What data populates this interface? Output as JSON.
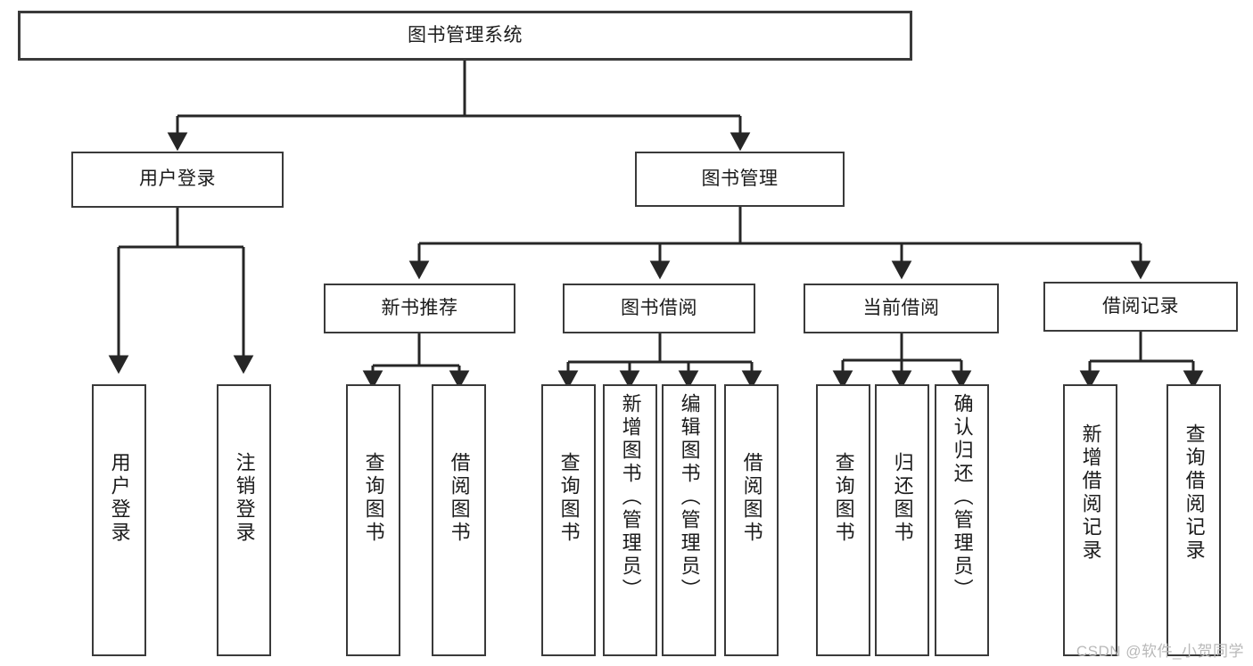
{
  "diagram": {
    "title": "图书管理系统",
    "type": "tree",
    "watermark": "CSDN @软件_小贺同学",
    "colors": {
      "box_border": "#3a3a3a",
      "box_fill": "#ffffff",
      "edge": "#262626",
      "text": "#1b1b1b",
      "watermark": "#b9b9b9"
    },
    "levels": 3,
    "root": {
      "id": "root",
      "label": "图书管理系统"
    },
    "level2": [
      {
        "id": "login",
        "label": "用户登录"
      },
      {
        "id": "bookmgmt",
        "label": "图书管理"
      }
    ],
    "level3": [
      {
        "id": "newbook",
        "label": "新书推荐",
        "parent": "bookmgmt"
      },
      {
        "id": "borrow",
        "label": "图书借阅",
        "parent": "bookmgmt"
      },
      {
        "id": "current",
        "label": "当前借阅",
        "parent": "bookmgmt"
      },
      {
        "id": "record",
        "label": "借阅记录",
        "parent": "bookmgmt"
      }
    ],
    "leaves": {
      "login": [
        {
          "id": "leaf-user-login",
          "label": "用户登录"
        },
        {
          "id": "leaf-user-logout",
          "label": "注销登录"
        }
      ],
      "newbook": [
        {
          "id": "leaf-query-book-1",
          "label": "查询图书"
        },
        {
          "id": "leaf-borrow-book-1",
          "label": "借阅图书"
        }
      ],
      "borrow": [
        {
          "id": "leaf-query-book-2",
          "label": "查询图书"
        },
        {
          "id": "leaf-add-book",
          "label": "新增图书（管理员）"
        },
        {
          "id": "leaf-edit-book",
          "label": "编辑图书（管理员）"
        },
        {
          "id": "leaf-borrow-book-2",
          "label": "借阅图书"
        }
      ],
      "current": [
        {
          "id": "leaf-query-book-3",
          "label": "查询图书"
        },
        {
          "id": "leaf-return-book",
          "label": "归还图书"
        },
        {
          "id": "leaf-confirm-return",
          "label": "确认归还（管理员）"
        }
      ],
      "record": [
        {
          "id": "leaf-add-record",
          "label": "新增借阅记录"
        },
        {
          "id": "leaf-query-record",
          "label": "查询借阅记录"
        }
      ]
    }
  }
}
